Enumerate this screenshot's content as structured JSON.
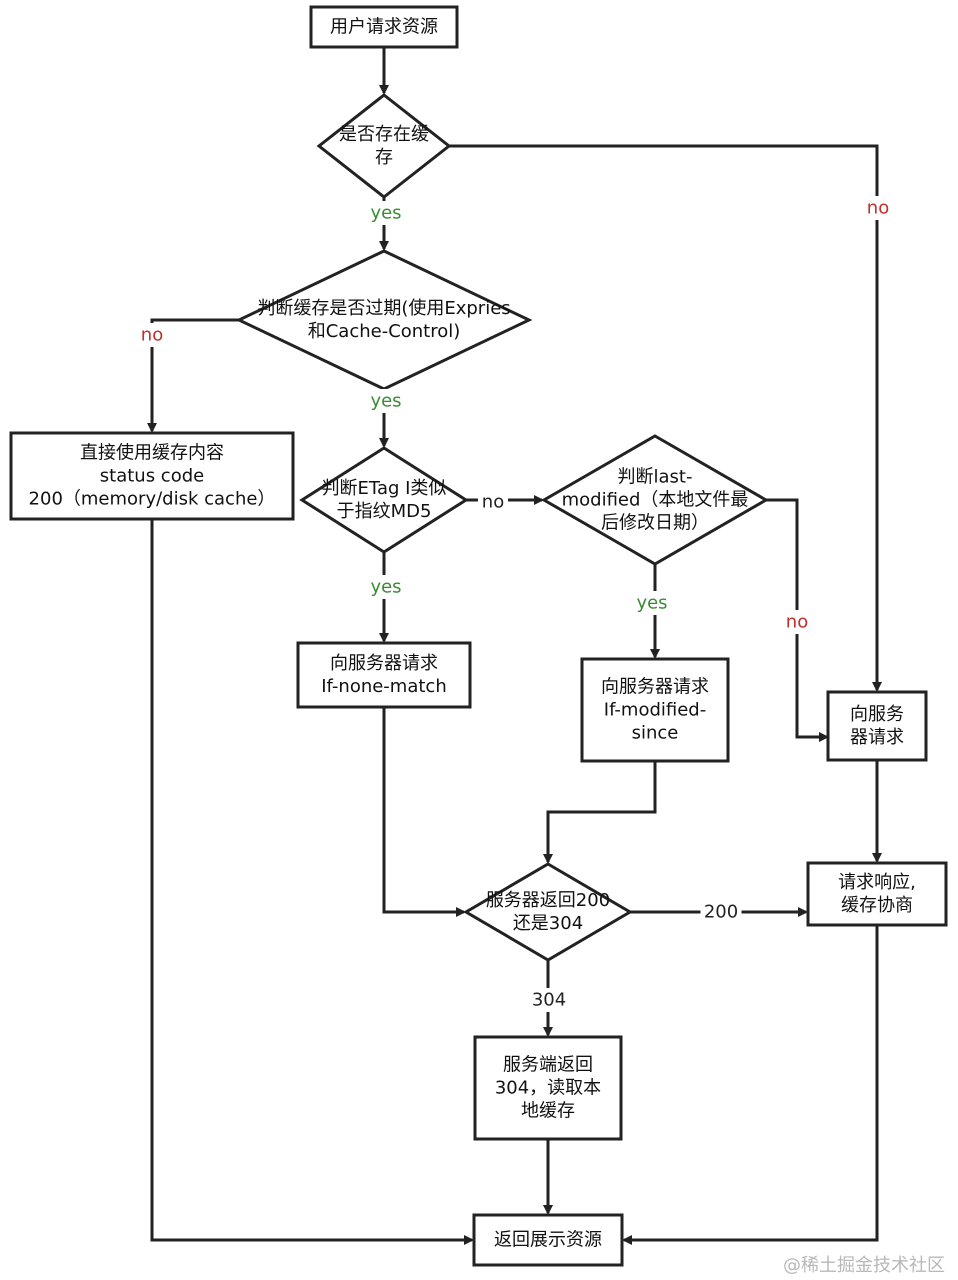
{
  "colors": {
    "yes": "#3a8a34",
    "no": "#c0302b",
    "neutral": "#222222",
    "expiry_question": "#3b3bd6",
    "etag_question": "#d12b24"
  },
  "nodes": {
    "start": {
      "lines": [
        "用户请求资源"
      ]
    },
    "has_cache": {
      "lines": [
        "是否存在缓",
        "存"
      ]
    },
    "expired": {
      "lines": [
        "判断缓存是否过期(使用Expries",
        "和Cache-Control)"
      ]
    },
    "use_cache": {
      "lines": [
        "直接使用缓存内容",
        "status code",
        "200（memory/disk cache）"
      ]
    },
    "etag": {
      "lines": [
        "判断ETag I类似",
        "于指纹MD5"
      ]
    },
    "last_modified": {
      "lines": [
        "判断last-",
        "modified（本地文件最",
        "后修改日期）"
      ]
    },
    "if_none_match": {
      "lines": [
        "向服务器请求",
        "If-none-match"
      ]
    },
    "if_modified": {
      "lines": [
        "向服务器请求",
        "If-modified-",
        "since"
      ]
    },
    "server_req": {
      "lines": [
        "向服务",
        "器请求"
      ]
    },
    "server_return": {
      "lines": [
        "服务器返回200",
        "还是304"
      ]
    },
    "negotiate": {
      "lines": [
        "请求响应,",
        "缓存协商"
      ]
    },
    "return_304": {
      "lines": [
        "服务端返回",
        "304，读取本",
        "地缓存"
      ]
    },
    "display": {
      "lines": [
        "返回展示资源"
      ]
    }
  },
  "edge_labels": {
    "has_cache_yes": "yes",
    "has_cache_no": "no",
    "expired_no": "no",
    "expired_yes": "yes",
    "etag_no": "no",
    "etag_yes": "yes",
    "last_modified_yes": "yes",
    "last_modified_no": "no",
    "return_200": "200",
    "return_304": "304"
  },
  "watermark": "@稀土掘金技术社区"
}
